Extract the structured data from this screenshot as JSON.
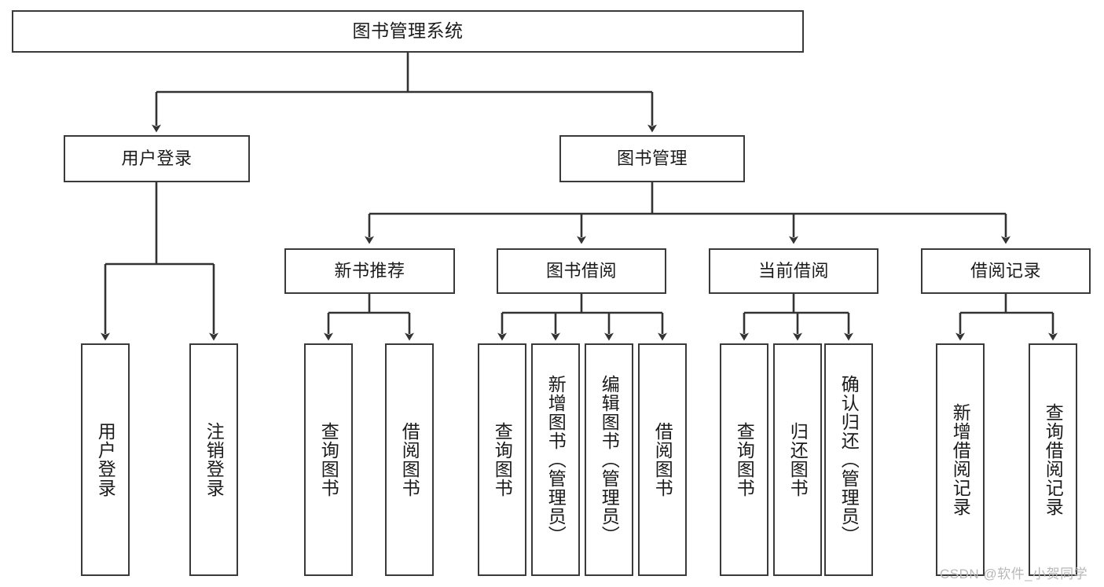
{
  "diagram": {
    "title": "图书管理系统",
    "type": "hierarchy-tree",
    "levels": 4,
    "colors": {
      "box_border": "#3a3a3a",
      "box_fill": "#ffffff",
      "connector": "#333333",
      "text": "#1b1b1b",
      "watermark": "#b8b8b8",
      "background": "#ffffff"
    }
  },
  "nodes": {
    "root": {
      "label": "图书管理系统",
      "level": 1
    },
    "level2": [
      {
        "id": "user-login",
        "label": "用户登录",
        "level": 2
      },
      {
        "id": "book-management",
        "label": "图书管理",
        "level": 2
      }
    ],
    "level3": [
      {
        "id": "new-book-recommend",
        "label": "新书推荐",
        "level": 3,
        "parent": "book-management"
      },
      {
        "id": "book-borrow",
        "label": "图书借阅",
        "level": 3,
        "parent": "book-management"
      },
      {
        "id": "current-borrow",
        "label": "当前借阅",
        "level": 3,
        "parent": "book-management"
      },
      {
        "id": "borrow-record",
        "label": "借阅记录",
        "level": 3,
        "parent": "book-management"
      }
    ],
    "leaves": [
      {
        "id": "leaf-user-login",
        "label": "用户登录",
        "parent": "user-login"
      },
      {
        "id": "leaf-user-logout",
        "label": "注销登录",
        "parent": "user-login"
      },
      {
        "id": "leaf-query-book-1",
        "label": "查询图书",
        "parent": "new-book-recommend"
      },
      {
        "id": "leaf-borrow-book-1",
        "label": "借阅图书",
        "parent": "new-book-recommend"
      },
      {
        "id": "leaf-query-book-2",
        "label": "查询图书",
        "parent": "book-borrow"
      },
      {
        "id": "leaf-add-book",
        "label": "新增图书（管理员）",
        "parent": "book-borrow"
      },
      {
        "id": "leaf-edit-book",
        "label": "编辑图书（管理员）",
        "parent": "book-borrow"
      },
      {
        "id": "leaf-borrow-book-2",
        "label": "借阅图书",
        "parent": "book-borrow"
      },
      {
        "id": "leaf-query-book-3",
        "label": "查询图书",
        "parent": "current-borrow"
      },
      {
        "id": "leaf-return-book",
        "label": "归还图书",
        "parent": "current-borrow"
      },
      {
        "id": "leaf-confirm-return",
        "label": "确认归还（管理员）",
        "parent": "current-borrow"
      },
      {
        "id": "leaf-add-record",
        "label": "新增借阅记录",
        "parent": "borrow-record"
      },
      {
        "id": "leaf-query-record",
        "label": "查询借阅记录",
        "parent": "borrow-record"
      }
    ]
  },
  "watermark": {
    "text": "CSDN @软件_小贺同学"
  }
}
